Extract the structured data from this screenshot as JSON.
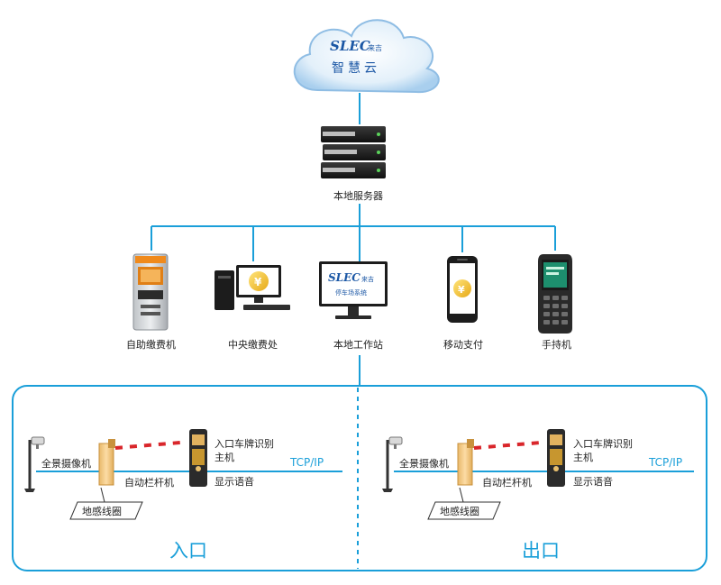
{
  "cloud": {
    "brand": "SLEC",
    "brand_cn": "来吉",
    "title": "智慧云"
  },
  "server": {
    "label": "本地服务器"
  },
  "devices": [
    {
      "label": "自助缴费机"
    },
    {
      "label": "中央缴费处",
      "screen_symbol": "¥"
    },
    {
      "label": "本地工作站",
      "screen_brand": "SLEC",
      "screen_brand_cn": "来吉",
      "screen_text": "停车场系统"
    },
    {
      "label": "移动支付",
      "screen_symbol": "¥"
    },
    {
      "label": "手持机"
    }
  ],
  "lanes": [
    {
      "title": "入口",
      "camera_label": "全景摄像机",
      "barrier_label": "自动栏杆机",
      "loop_label": "地感线圈",
      "host_label_line1": "入口车牌识别",
      "host_label_line2": "主机",
      "voice_label": "显示语音",
      "network_label": "TCP/IP"
    },
    {
      "title": "出口",
      "camera_label": "全景摄像机",
      "barrier_label": "自动栏杆机",
      "loop_label": "地感线圈",
      "host_label_line1": "入口车牌识别",
      "host_label_line2": "主机",
      "voice_label": "显示语音",
      "network_label": "TCP/IP"
    }
  ],
  "colors": {
    "line": "#1a9fd9",
    "cloud": "#cfe6f6",
    "coin": "#f2c230",
    "barrier": "#f2c98a",
    "arm_red": "#d9262b"
  }
}
